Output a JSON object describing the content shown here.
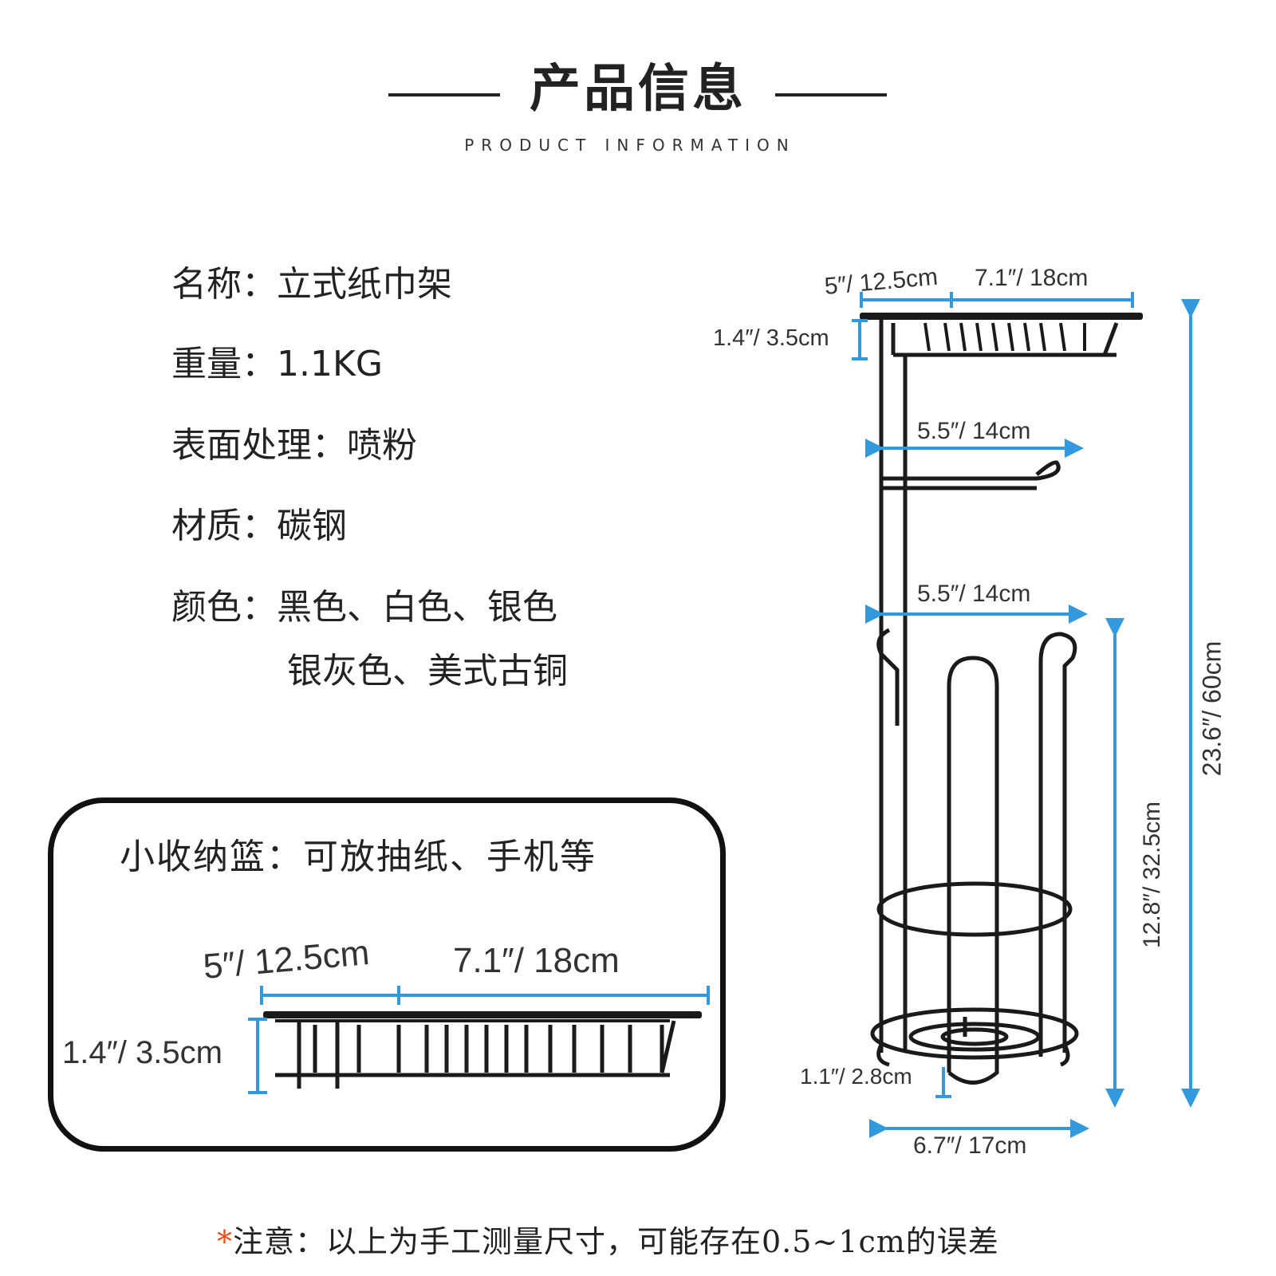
{
  "header": {
    "title": "产品信息",
    "subtitle": "PRODUCT INFORMATION"
  },
  "specs": [
    {
      "label": "名称：",
      "value": "立式纸巾架"
    },
    {
      "label": "重量：",
      "value": "1.1KG"
    },
    {
      "label": "表面处理：",
      "value": "喷粉"
    },
    {
      "label": "材质：",
      "value": "碳钢"
    },
    {
      "label": "颜色：",
      "value": "黑色、白色、银色"
    }
  ],
  "spec_color_continued": "银灰色、美式古铜",
  "basket_box": {
    "title": "小收纳篮：可放抽纸、手机等",
    "dim_depth": "5″/ 12.5cm",
    "dim_length": "7.1″/ 18cm",
    "dim_height": "1.4″/ 3.5cm"
  },
  "diagram": {
    "top_depth": "5″/ 12.5cm",
    "top_length": "7.1″/ 18cm",
    "top_height": "1.4″/ 3.5cm",
    "arm_width": "5.5″/ 14cm",
    "storage_width": "5.5″/ 14cm",
    "total_height": "23.6″/ 60cm",
    "storage_height": "12.8″/ 32.5cm",
    "base_height": "1.1″/ 2.8cm",
    "base_width": "6.7″/ 17cm",
    "arrow_color": "#3399dd",
    "wire_color": "#1a1a1a"
  },
  "footer_note": {
    "star": "*",
    "text": "注意：以上为手工测量尺寸，可能存在0.5~1cm的误差"
  }
}
